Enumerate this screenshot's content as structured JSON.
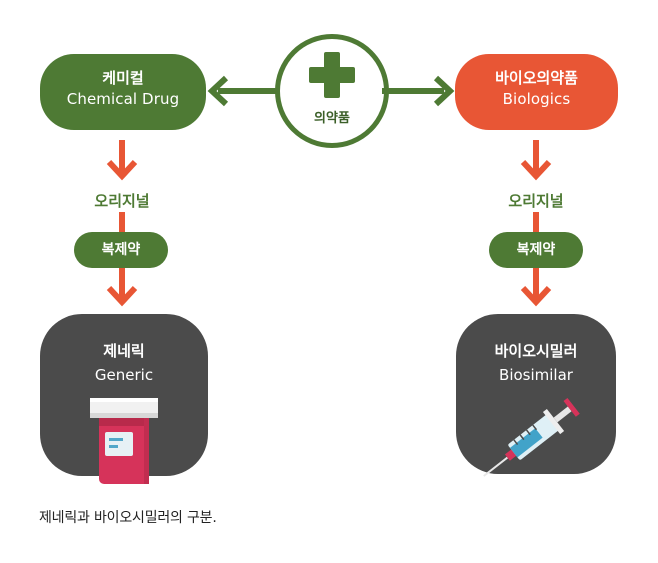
{
  "center": {
    "label": "의약품",
    "icon": "plus-icon",
    "color": "#4e7a34"
  },
  "left": {
    "title_ko": "케미컬",
    "title_en": "Chemical Drug",
    "original_label": "오리지널",
    "copy_label": "복제약",
    "result_ko": "제네릭",
    "result_en": "Generic",
    "result_icon": "pill-bottle-icon",
    "color": "#4e7a34"
  },
  "right": {
    "title_ko": "바이오의약품",
    "title_en": "Biologics",
    "original_label": "오리지널",
    "copy_label": "복제약",
    "result_ko": "바이오시밀러",
    "result_en": "Biosimilar",
    "result_icon": "syringe-icon",
    "color": "#e85635"
  },
  "caption": "제네릭과 바이오시밀러의 구분.",
  "colors": {
    "green": "#4e7a34",
    "orange": "#e85635",
    "dark": "#4b4b4b"
  }
}
